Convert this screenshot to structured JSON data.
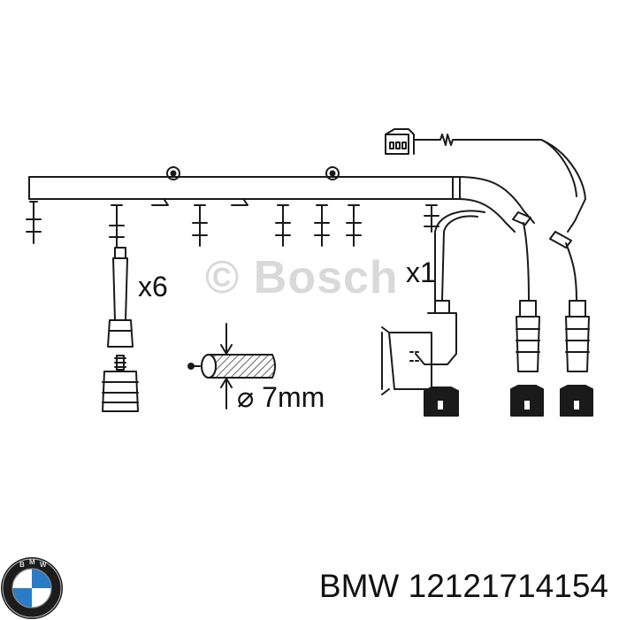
{
  "diagram": {
    "watermark": "© Bosch",
    "quantity_left": "x6",
    "quantity_right": "x1",
    "diameter_label": "⌀ 7mm"
  },
  "footer": {
    "brand": "BMW",
    "part_number": "12121714154"
  },
  "colors": {
    "line": "#1a1a1a",
    "watermark": "#808080"
  }
}
